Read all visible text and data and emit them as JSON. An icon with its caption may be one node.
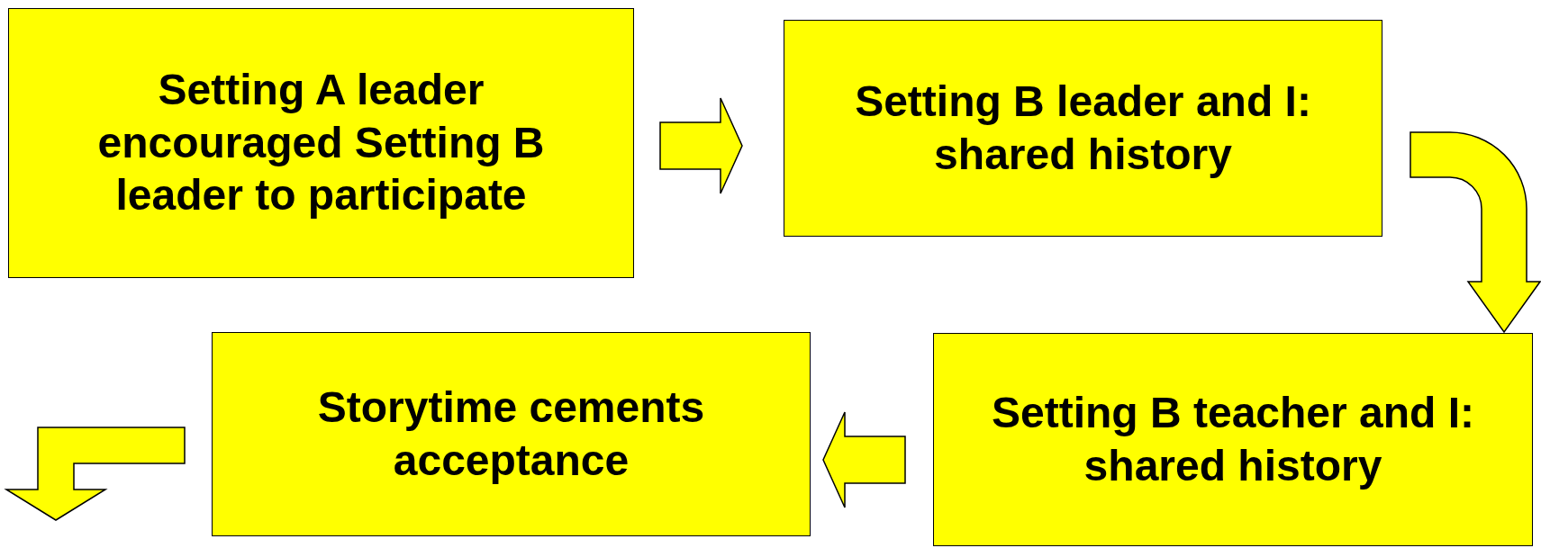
{
  "diagram": {
    "nodes": [
      {
        "text": [
          "Setting A leader encouraged Setting B leader to participate"
        ]
      },
      {
        "text": [
          "Setting B leader and I: shared history"
        ]
      },
      {
        "text": [
          "Setting B teacher and I: shared history"
        ]
      },
      {
        "text": [
          "Storytime cements acceptance"
        ]
      }
    ],
    "edges": [
      {
        "from": 0,
        "to": 1,
        "arrow": "to"
      },
      {
        "from": 1,
        "to": 2,
        "arrow": "to"
      },
      {
        "from": 2,
        "to": 3,
        "arrow": "to"
      },
      {
        "from": 3,
        "to": null,
        "arrow": "to"
      }
    ]
  }
}
